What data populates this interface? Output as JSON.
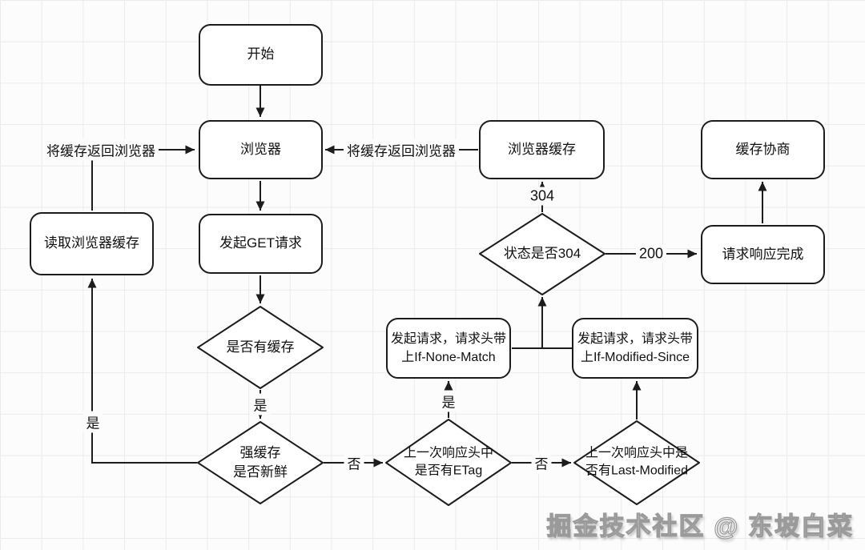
{
  "colors": {
    "background": "#fcfcfc",
    "grid": "#ebebeb",
    "line": "#1c1c1c",
    "node_fill": "#ffffff",
    "watermark_fill": "#ffffff",
    "watermark_outline": "#9a9a9a"
  },
  "nodes": {
    "start": {
      "label": "开始"
    },
    "browser": {
      "label": "浏览器"
    },
    "browser_cache": {
      "label": "浏览器缓存"
    },
    "cache_negotiation": {
      "label": "缓存协商"
    },
    "read_cache": {
      "label": "读取浏览器缓存"
    },
    "get_request": {
      "label": "发起GET请求"
    },
    "response_complete": {
      "label": "请求响应完成"
    },
    "if_none_match": {
      "label": "发起请求，请求头带\n上If-None-Match"
    },
    "if_modified_since": {
      "label": "发起请求，请求头带\n上If-Modified-Since"
    },
    "has_cache": {
      "label": "是否有缓存"
    },
    "strong_cache": {
      "label": "强缓存\n是否新鲜"
    },
    "has_etag": {
      "label": "上一次响应头中\n是否有ETag"
    },
    "has_last_modified": {
      "label": "上一次响应头中是\n否有Last-Modified"
    },
    "status_304": {
      "label": "状态是否304"
    }
  },
  "edge_labels": {
    "return_cache_left": "将缓存返回浏览器",
    "return_cache_right": "将缓存返回浏览器",
    "s304": "304",
    "s200": "200",
    "yes_has_cache": "是",
    "yes_strong_cache": "是",
    "no_strong_cache": "否",
    "yes_etag": "是",
    "no_etag": "否"
  },
  "watermark": "掘金技术社区 @ 东坡白菜"
}
